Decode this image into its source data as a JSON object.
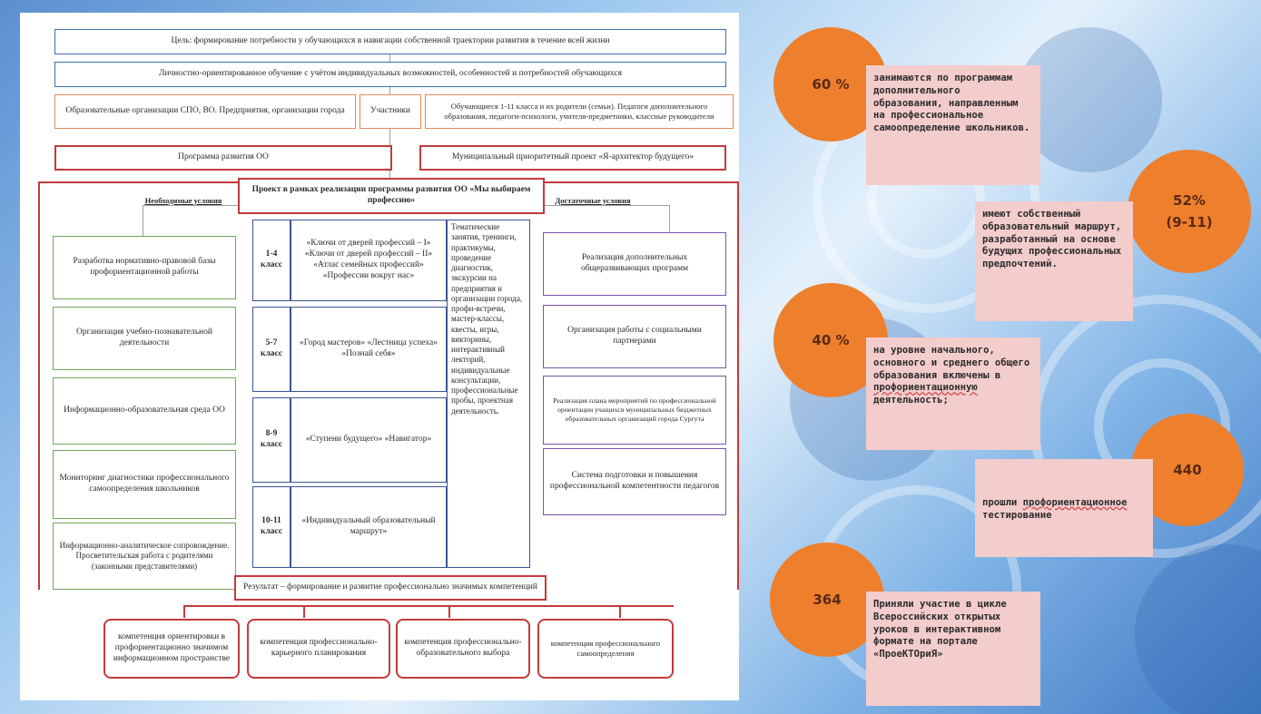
{
  "diagram": {
    "goal": "Цель: формирование потребности у обучающихся в навигации собственной траектории развития в течение всей жизни",
    "approach": "Личностно-ориентированное обучение с учётом индивидуальных возможностей, особенностей и потребностей обучающихся",
    "partners_left": "Образовательные организации СПО, ВО. Предприятия, организации города",
    "participants_label": "Участники",
    "participants_right": "Обучающиеся 1-11 класса и их родители (семьи). Педагоги дополнительного образования, педагоги-психологи, учителя-предметники, классные руководители",
    "program": "Программа развития ОО",
    "municipal_project": "Муниципальный приоритетный проект «Я-архитектор будущего»",
    "project": "Проект в рамках реализации программы развития ОО «Мы выбираем профессию»",
    "necessary_conditions": "Необходимые условия",
    "sufficient_conditions": "Достаточные условия",
    "left_items": [
      "Разработка нормативно-правовой базы профориентационной работы",
      "Организация учебно-познавательной деятельности",
      "Информационно-образовательная среда ОО",
      "Мониторинг диагностики профессионального самоопределения школьников",
      "Информационно-аналитическое сопровождение. Просветительская работа с родителями (законными представителями)"
    ],
    "grades": [
      {
        "grade": "1-4 класс",
        "programs": "«Ключи от дверей профессий – I» «Ключи от дверей профессий – II» «Атлас семейных профессий» «Профессии вокруг нас»"
      },
      {
        "grade": "5-7 класс",
        "programs": "«Город мастеров» «Лестница успеха» «Познай себя»"
      },
      {
        "grade": "8-9 класс",
        "programs": "«Ступени будущего» «Навигатор»"
      },
      {
        "grade": "10-11 класс",
        "programs": "«Индивидуальный образовательный маршрут»"
      }
    ],
    "forms": "Тематические занятия, тренинги, практикумы, проведение диагностик, экскурсии на предприятия и организации города, профи-встречи, мастер-классы, квесты, игры, викторины, интерактивный лекторий, индивидуальные консультации, профессиональные пробы, проектная деятельность.",
    "right_items": [
      "Реализация дополнительных общеразвивающих программ",
      "Организация работы с социальными партнерами",
      "Реализация плана мероприятий по профессиональной ориентации учащихся муниципальных бюджетных образовательных организаций города Сургута",
      "Система подготовки и повышения профессиональной компетентности педагогов"
    ],
    "result": "Результат – формирование и развитие профессионально значимых компетенций",
    "competencies": [
      "компетенция ориентировки в профориентационно значимом информационном пространстве",
      "компетенция профессионально-карьерного планирования",
      "компетенция профессионально-образовательного выбора",
      "компетенция профессионального самоопределения"
    ]
  },
  "stats": [
    {
      "value": "60 %",
      "text": "занимаются по программам дополнительного образования, направленным на профессиональное самоопределение школьников."
    },
    {
      "value": "52%\n(9-11)",
      "text": "имеют собственный образовательный маршрут, разработанный на основе будущих профессиональных предпочтений."
    },
    {
      "value": "40 %",
      "text_pre": "на уровне начального, основного и среднего общего образования включены в ",
      "text_underlined": "профориентационную",
      "text_post": " деятельность;"
    },
    {
      "value": "440",
      "text_pre": "прошли ",
      "text_underlined": "профориентационное",
      "text_post": " тестирование"
    },
    {
      "value": "364",
      "text": "Приняли участие в цикле Всероссийских открытых уроков в интерактивном формате на портале «ПроеКТОриЯ»"
    }
  ],
  "colors": {
    "accent_circle": "#ee7f2d",
    "note_bg": "#f3cccc",
    "frame_red": "#c23b3b",
    "frame_blue": "#3c6fb0"
  }
}
